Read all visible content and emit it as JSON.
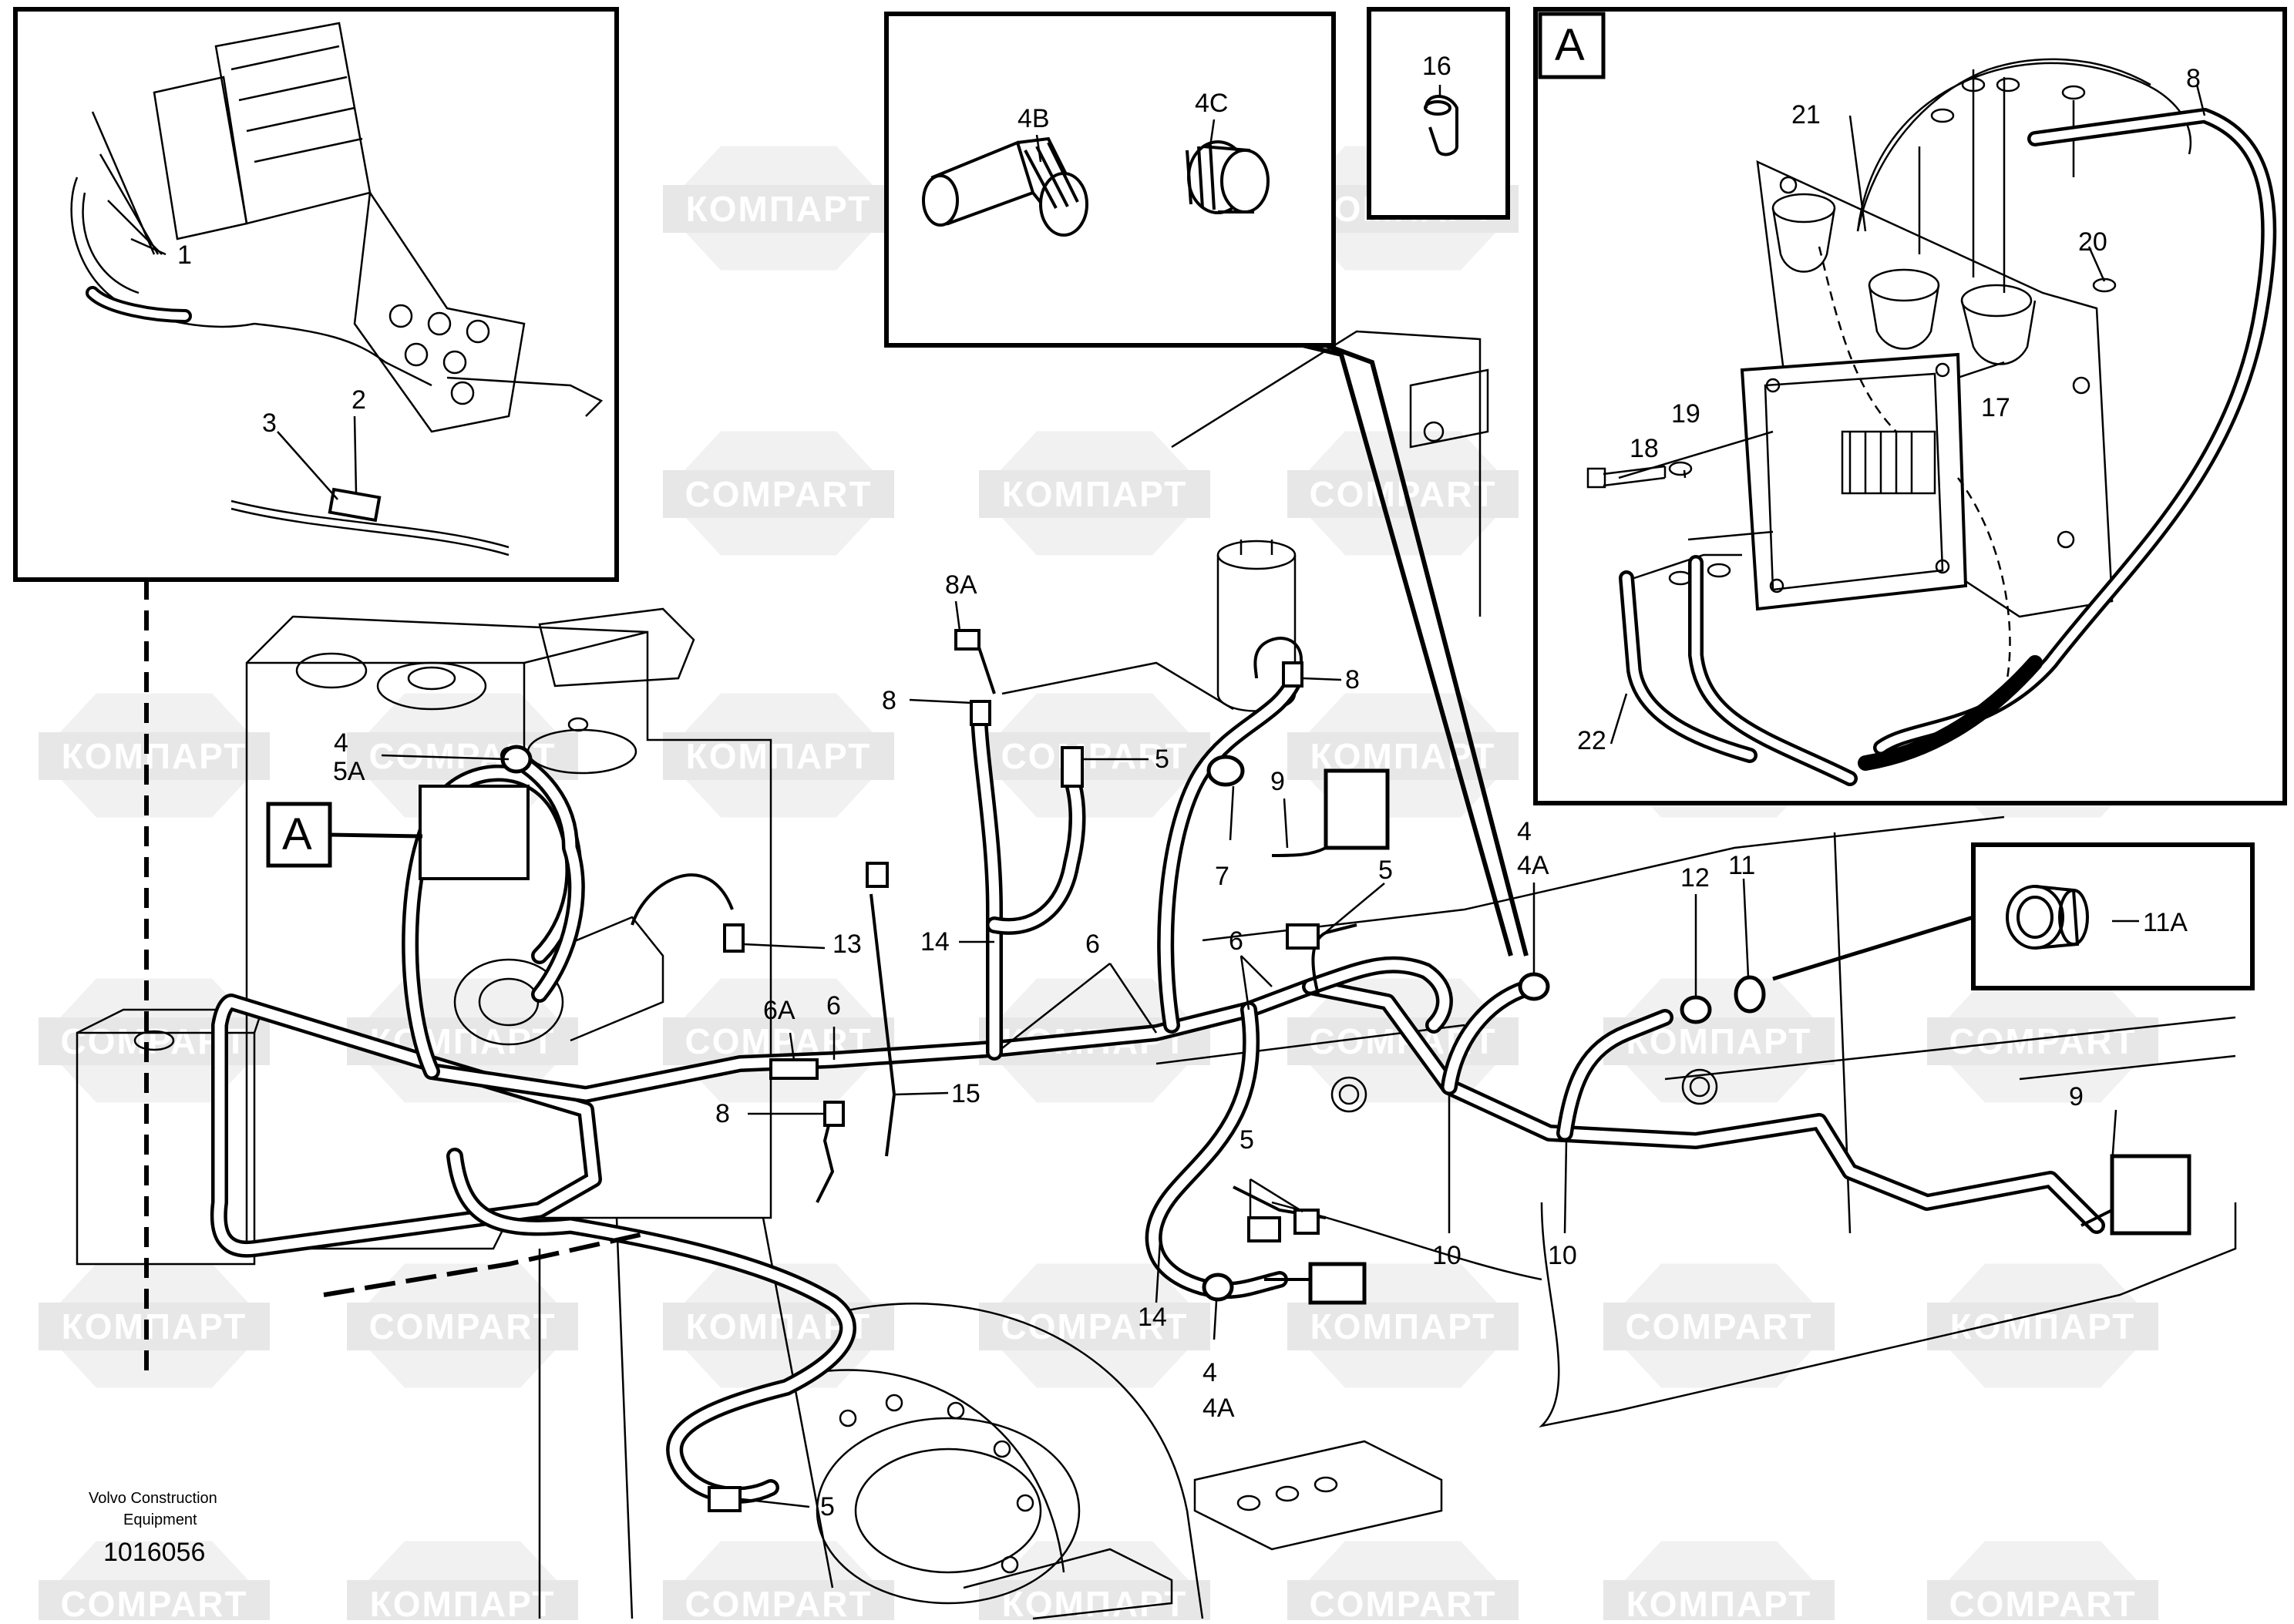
{
  "diagram": {
    "manufacturer_text_line1": "Volvo Construction",
    "manufacturer_text_line2": "Equipment",
    "document_number": "1016056",
    "watermark_cyrillic": "КОМПАРТ",
    "watermark_latin": "COMPART",
    "detail_reference_letter": "A",
    "callouts": {
      "c1": "1",
      "c2": "2",
      "c3": "3",
      "c4_top": "4",
      "c5a": "5A",
      "c4b": "4B",
      "c4c": "4C",
      "c16": "16",
      "c8_topright": "8",
      "c21": "21",
      "c20": "20",
      "c17": "17",
      "c18": "18",
      "c19": "19",
      "c22": "22",
      "c8a": "8A",
      "c8_upper": "8",
      "c8_right": "8",
      "c5_upper": "5",
      "c9_upper": "9",
      "c7": "7",
      "c5_mid": "5",
      "c13": "13",
      "c14_mid": "14",
      "c6_mid": "6",
      "c6_right": "6",
      "c6a": "6A",
      "c6_left": "6",
      "c15": "15",
      "c8_lower": "8",
      "c4_right": "4",
      "c4a_right": "4A",
      "c12": "12",
      "c11": "11",
      "c11a": "11A",
      "c9_lower": "9",
      "c10_left": "10",
      "c10_right": "10",
      "c5_lower": "5",
      "c14_lower": "14",
      "c4_bottom": "4",
      "c4a_bottom": "4A",
      "c5_bottom": "5"
    }
  }
}
